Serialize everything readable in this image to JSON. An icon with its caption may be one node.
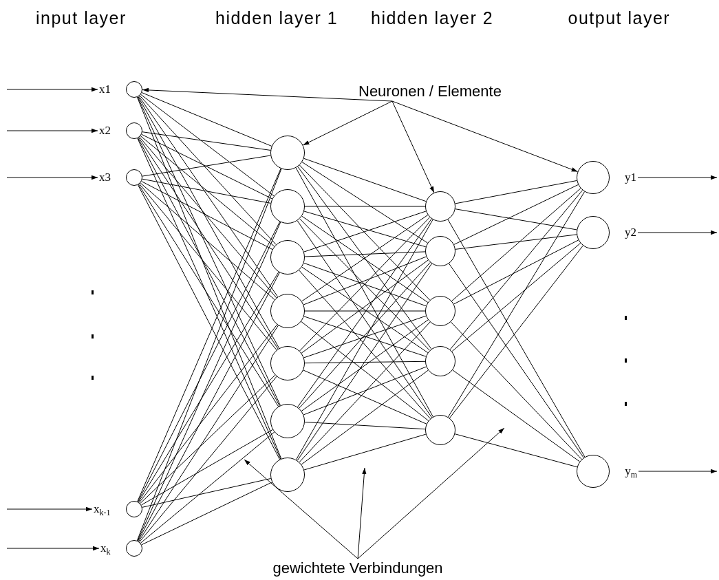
{
  "diagram": {
    "nodes": [
      {
        "text": [
          "Neuronen / Elemente"
        ]
      },
      {
        "text": [],
        "shape": "circle",
        "beside": [
          "x1"
        ]
      },
      {
        "text": [],
        "shape": "circle",
        "beside": [
          "x2"
        ]
      },
      {
        "text": [],
        "shape": "circle",
        "beside": [
          "x3"
        ]
      },
      {
        "text": [],
        "shape": "circle",
        "beside": [
          "x$_{k-1}$"
        ]
      },
      {
        "text": [],
        "shape": "circle",
        "beside": [
          "x$_{k}$"
        ]
      },
      {
        "text": [],
        "shape": "circle"
      },
      {
        "text": [],
        "shape": "circle"
      },
      {
        "text": [],
        "shape": "circle"
      },
      {
        "text": [],
        "shape": "circle"
      },
      {
        "text": [],
        "shape": "circle"
      },
      {
        "text": [],
        "shape": "circle"
      },
      {
        "text": [],
        "shape": "circle"
      },
      {
        "text": [],
        "shape": "circle"
      },
      {
        "text": [],
        "shape": "circle"
      },
      {
        "text": [],
        "shape": "circle"
      },
      {
        "text": [],
        "shape": "circle"
      },
      {
        "text": [],
        "shape": "circle"
      },
      {
        "text": [],
        "shape": "circle",
        "beside": [
          "y1"
        ]
      },
      {
        "text": [],
        "shape": "circle",
        "beside": [
          "y2"
        ]
      },
      {
        "text": [],
        "shape": "circle",
        "beside": [
          "y$_{m}$"
        ]
      },
      {
        "text": [
          "gewichtete Verbindungen"
        ]
      }
    ],
    "edges": [
      {
        "from": null,
        "to": 1,
        "arrow": "to"
      },
      {
        "from": null,
        "to": 2,
        "arrow": "to"
      },
      {
        "from": null,
        "to": 3,
        "arrow": "to"
      },
      {
        "from": null,
        "to": 4,
        "arrow": "to"
      },
      {
        "from": null,
        "to": 5,
        "arrow": "to"
      },
      {
        "from": 1,
        "to": 6,
        "arrow": "none"
      },
      {
        "from": 1,
        "to": 7,
        "arrow": "none"
      },
      {
        "from": 1,
        "to": 8,
        "arrow": "none"
      },
      {
        "from": 1,
        "to": 9,
        "arrow": "none"
      },
      {
        "from": 1,
        "to": 10,
        "arrow": "none"
      },
      {
        "from": 1,
        "to": 11,
        "arrow": "none"
      },
      {
        "from": 1,
        "to": 12,
        "arrow": "none"
      },
      {
        "from": 2,
        "to": 6,
        "arrow": "none"
      },
      {
        "from": 2,
        "to": 7,
        "arrow": "none"
      },
      {
        "from": 2,
        "to": 8,
        "arrow": "none"
      },
      {
        "from": 2,
        "to": 9,
        "arrow": "none"
      },
      {
        "from": 2,
        "to": 10,
        "arrow": "none"
      },
      {
        "from": 2,
        "to": 11,
        "arrow": "none"
      },
      {
        "from": 2,
        "to": 12,
        "arrow": "none"
      },
      {
        "from": 3,
        "to": 6,
        "arrow": "none"
      },
      {
        "from": 3,
        "to": 7,
        "arrow": "none"
      },
      {
        "from": 3,
        "to": 8,
        "arrow": "none"
      },
      {
        "from": 3,
        "to": 9,
        "arrow": "none"
      },
      {
        "from": 3,
        "to": 10,
        "arrow": "none"
      },
      {
        "from": 3,
        "to": 11,
        "arrow": "none"
      },
      {
        "from": 3,
        "to": 12,
        "arrow": "none"
      },
      {
        "from": 4,
        "to": 6,
        "arrow": "none"
      },
      {
        "from": 4,
        "to": 7,
        "arrow": "none"
      },
      {
        "from": 4,
        "to": 8,
        "arrow": "none"
      },
      {
        "from": 4,
        "to": 9,
        "arrow": "none"
      },
      {
        "from": 4,
        "to": 10,
        "arrow": "none"
      },
      {
        "from": 4,
        "to": 11,
        "arrow": "none"
      },
      {
        "from": 4,
        "to": 12,
        "arrow": "none"
      },
      {
        "from": 5,
        "to": 6,
        "arrow": "none"
      },
      {
        "from": 5,
        "to": 7,
        "arrow": "none"
      },
      {
        "from": 5,
        "to": 8,
        "arrow": "none"
      },
      {
        "from": 5,
        "to": 9,
        "arrow": "none"
      },
      {
        "from": 5,
        "to": 10,
        "arrow": "none"
      },
      {
        "from": 5,
        "to": 11,
        "arrow": "none"
      },
      {
        "from": 5,
        "to": 12,
        "arrow": "none"
      },
      {
        "from": 6,
        "to": 13,
        "arrow": "none"
      },
      {
        "from": 6,
        "to": 14,
        "arrow": "none"
      },
      {
        "from": 6,
        "to": 15,
        "arrow": "none"
      },
      {
        "from": 6,
        "to": 16,
        "arrow": "none"
      },
      {
        "from": 6,
        "to": 17,
        "arrow": "none"
      },
      {
        "from": 7,
        "to": 13,
        "arrow": "none"
      },
      {
        "from": 7,
        "to": 14,
        "arrow": "none"
      },
      {
        "from": 7,
        "to": 15,
        "arrow": "none"
      },
      {
        "from": 7,
        "to": 16,
        "arrow": "none"
      },
      {
        "from": 7,
        "to": 17,
        "arrow": "none"
      },
      {
        "from": 8,
        "to": 13,
        "arrow": "none"
      },
      {
        "from": 8,
        "to": 14,
        "arrow": "none"
      },
      {
        "from": 8,
        "to": 15,
        "arrow": "none"
      },
      {
        "from": 8,
        "to": 16,
        "arrow": "none"
      },
      {
        "from": 8,
        "to": 17,
        "arrow": "none"
      },
      {
        "from": 9,
        "to": 13,
        "arrow": "none"
      },
      {
        "from": 9,
        "to": 14,
        "arrow": "none"
      },
      {
        "from": 9,
        "to": 15,
        "arrow": "none"
      },
      {
        "from": 9,
        "to": 16,
        "arrow": "none"
      },
      {
        "from": 9,
        "to": 17,
        "arrow": "none"
      },
      {
        "from": 10,
        "to": 13,
        "arrow": "none"
      },
      {
        "from": 10,
        "to": 14,
        "arrow": "none"
      },
      {
        "from": 10,
        "to": 15,
        "arrow": "none"
      },
      {
        "from": 10,
        "to": 16,
        "arrow": "none"
      },
      {
        "from": 10,
        "to": 17,
        "arrow": "none"
      },
      {
        "from": 11,
        "to": 13,
        "arrow": "none"
      },
      {
        "from": 11,
        "to": 14,
        "arrow": "none"
      },
      {
        "from": 11,
        "to": 15,
        "arrow": "none"
      },
      {
        "from": 11,
        "to": 16,
        "arrow": "none"
      },
      {
        "from": 11,
        "to": 17,
        "arrow": "none"
      },
      {
        "from": 12,
        "to": 13,
        "arrow": "none"
      },
      {
        "from": 12,
        "to": 14,
        "arrow": "none"
      },
      {
        "from": 12,
        "to": 15,
        "arrow": "none"
      },
      {
        "from": 12,
        "to": 16,
        "arrow": "none"
      },
      {
        "from": 12,
        "to": 17,
        "arrow": "none"
      },
      {
        "from": 13,
        "to": 18,
        "arrow": "none"
      },
      {
        "from": 13,
        "to": 19,
        "arrow": "none"
      },
      {
        "from": 13,
        "to": 20,
        "arrow": "none"
      },
      {
        "from": 14,
        "to": 18,
        "arrow": "none"
      },
      {
        "from": 14,
        "to": 19,
        "arrow": "none"
      },
      {
        "from": 14,
        "to": 20,
        "arrow": "none"
      },
      {
        "from": 15,
        "to": 18,
        "arrow": "none"
      },
      {
        "from": 15,
        "to": 19,
        "arrow": "none"
      },
      {
        "from": 15,
        "to": 20,
        "arrow": "none"
      },
      {
        "from": 16,
        "to": 18,
        "arrow": "none"
      },
      {
        "from": 16,
        "to": 19,
        "arrow": "none"
      },
      {
        "from": 16,
        "to": 20,
        "arrow": "none"
      },
      {
        "from": 17,
        "to": 18,
        "arrow": "none"
      },
      {
        "from": 17,
        "to": 19,
        "arrow": "none"
      },
      {
        "from": 17,
        "to": 20,
        "arrow": "none"
      },
      {
        "from": 18,
        "to": null,
        "arrow": "to"
      },
      {
        "from": 19,
        "to": null,
        "arrow": "to"
      },
      {
        "from": 20,
        "to": null,
        "arrow": "to"
      },
      {
        "from": 0,
        "to": 1,
        "arrow": "to"
      },
      {
        "from": 0,
        "to": 6,
        "arrow": "to"
      },
      {
        "from": 0,
        "to": 13,
        "arrow": "to"
      },
      {
        "from": 0,
        "to": 18,
        "arrow": "to"
      },
      {
        "from": 21,
        "to": null,
        "arrow": "to"
      },
      {
        "from": 21,
        "to": null,
        "arrow": "to"
      },
      {
        "from": 21,
        "to": null,
        "arrow": "to"
      }
    ],
    "labels": [
      "input layer",
      "hidden layer 1",
      "hidden layer 2",
      "output layer"
    ]
  }
}
